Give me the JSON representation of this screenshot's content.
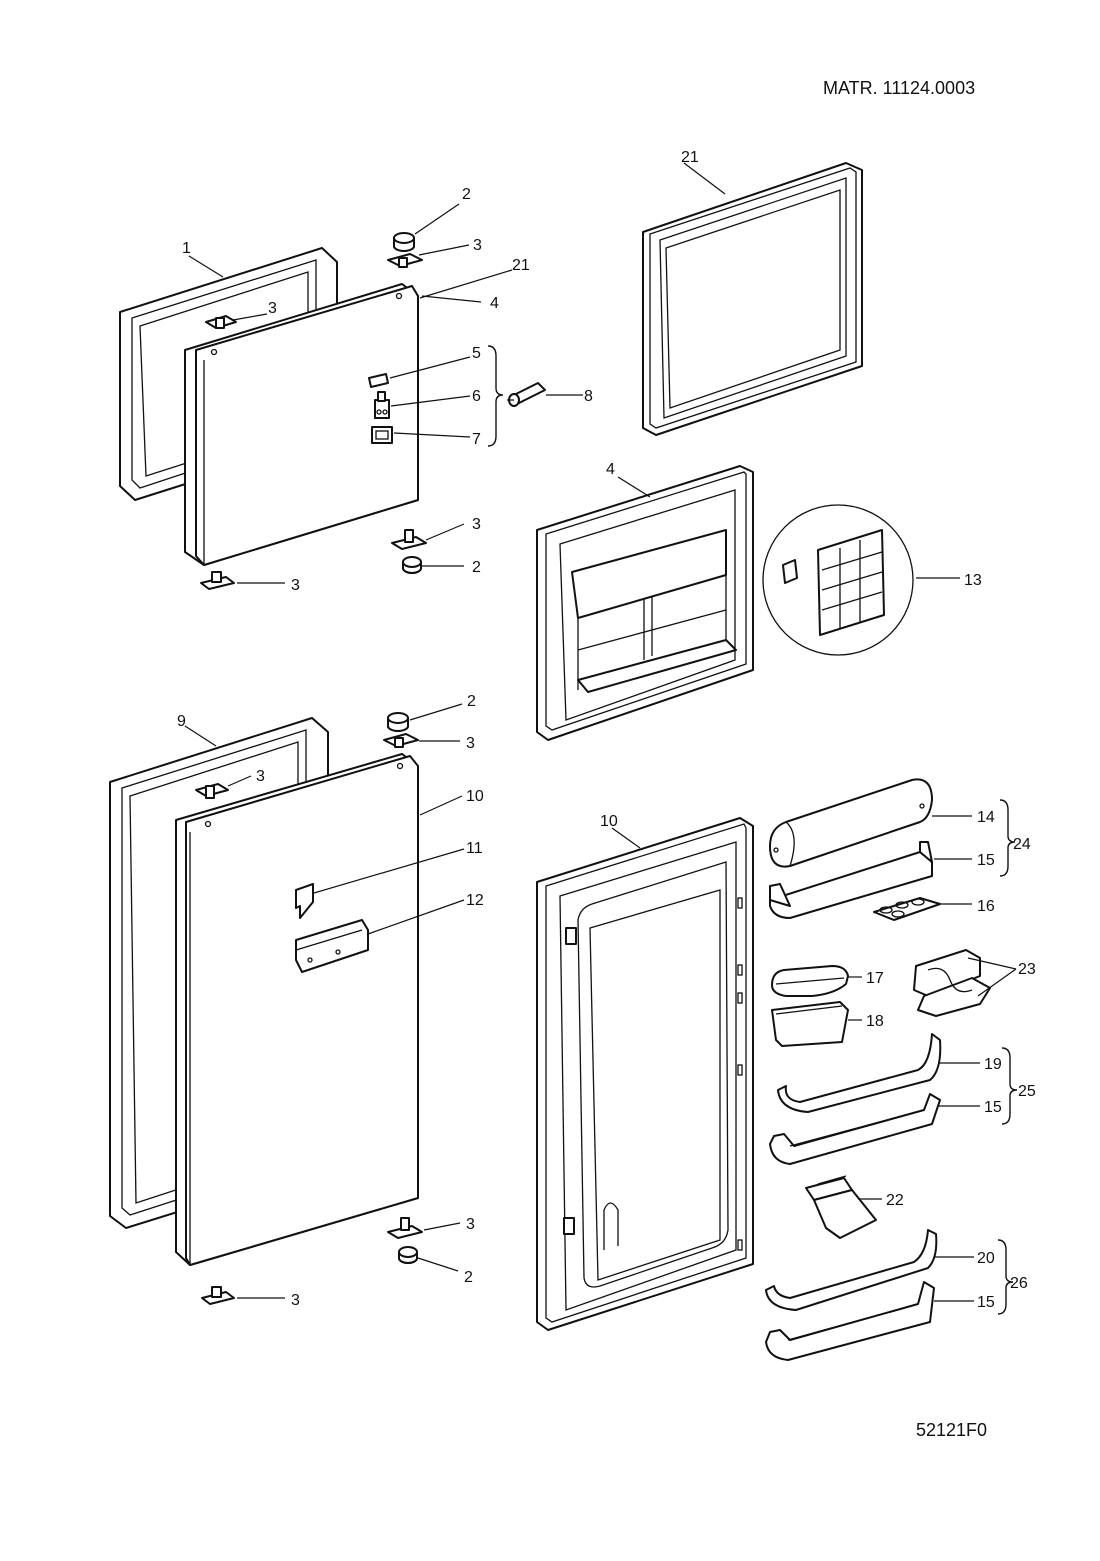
{
  "header": {
    "material_code": "MATR. 11124.0003"
  },
  "footer": {
    "drawing_code": "52121F0"
  },
  "callouts": {
    "c1": "1",
    "c2a": "2",
    "c3a": "3",
    "c21a": "21",
    "c4a": "4",
    "c3b": "3",
    "c5": "5",
    "c6": "6",
    "c7": "7",
    "c8": "8",
    "c3c": "3",
    "c2b": "2",
    "c3d": "3",
    "c21b": "21",
    "c4b": "4",
    "c13": "13",
    "c9": "9",
    "c2c": "2",
    "c3e": "3",
    "c3f": "3",
    "c10a": "10",
    "c11": "11",
    "c12": "12",
    "c3g": "3",
    "c2d": "2",
    "c3h": "3",
    "c10b": "10",
    "c14": "14",
    "c15a": "15",
    "c24": "24",
    "c16": "16",
    "c17": "17",
    "c18": "18",
    "c23": "23",
    "c19": "19",
    "c15b": "15",
    "c25": "25",
    "c22": "22",
    "c20": "20",
    "c15c": "15",
    "c26": "26"
  }
}
